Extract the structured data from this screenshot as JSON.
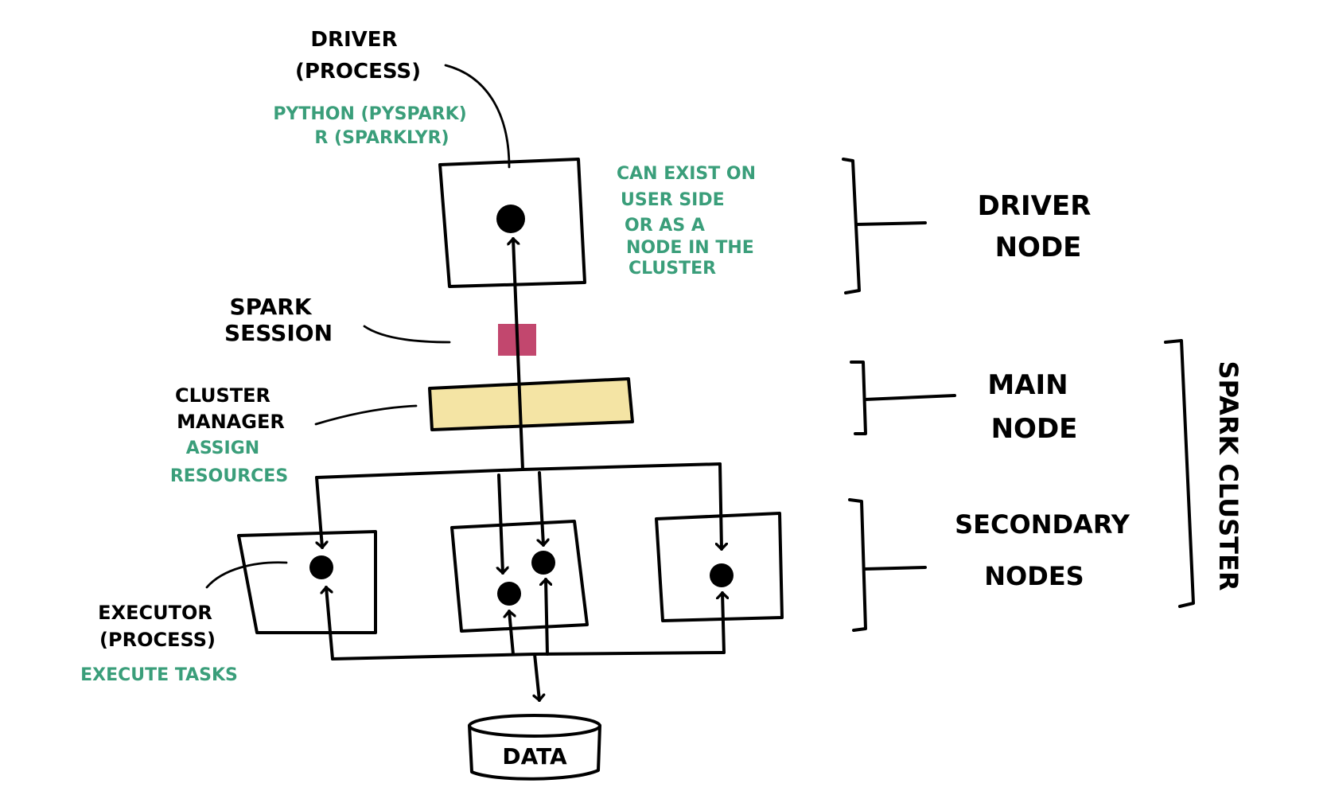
{
  "colors": {
    "ink": "#000000",
    "note": "#3a9e7a",
    "cluster_manager_fill": "#f4e4a4",
    "spark_session_fill": "#c2476e"
  },
  "driver": {
    "title_line1": "DRIVER",
    "title_line2": "(PROCESS)",
    "note_line1": "PYTHON (PYSPARK)",
    "note_line2": "R (SPARKLYR)"
  },
  "driver_node_note": {
    "line1": "CAN EXIST ON",
    "line2": "USER SIDE",
    "line3": "OR AS A",
    "line4": "NODE IN THE",
    "line5": "CLUSTER"
  },
  "spark_session": {
    "line1": "SPARK",
    "line2": "SESSION"
  },
  "cluster_manager": {
    "line1": "CLUSTER",
    "line2": "MANAGER",
    "note_line1": "ASSIGN",
    "note_line2": "RESOURCES"
  },
  "executor": {
    "line1": "EXECUTOR",
    "line2": "(PROCESS)",
    "note": "EXECUTE TASKS"
  },
  "data_store": {
    "label": "DATA"
  },
  "groups": {
    "driver_node_line1": "DRIVER",
    "driver_node_line2": "NODE",
    "main_node_line1": "MAIN",
    "main_node_line2": "NODE",
    "secondary_nodes_line1": "SECONDARY",
    "secondary_nodes_line2": "NODES",
    "spark_cluster": "SPARK CLUSTER"
  }
}
